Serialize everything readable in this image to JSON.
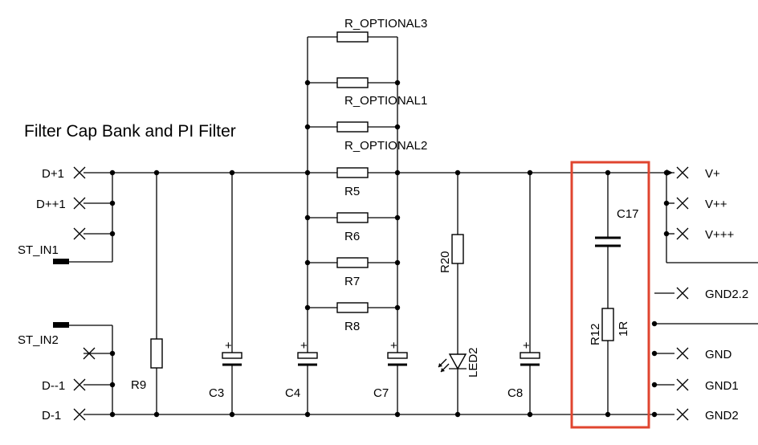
{
  "title": "Filter Cap Bank and PI Filter",
  "colors": {
    "wire": "#000000",
    "highlight": "#e0452f",
    "background": "#ffffff"
  },
  "left_ports": {
    "d_plus_1": "D+1",
    "d_plus_plus_1": "D++1",
    "st_in1": "ST_IN1",
    "st_in2": "ST_IN2",
    "d_minus_minus_1": "D--1",
    "d_minus_1": "D-1"
  },
  "right_ports": {
    "v_plus": "V+",
    "v_plus_plus": "V++",
    "v_plus_plus_plus": "V+++",
    "gnd2_2": "GND2.2",
    "gnd": "GND",
    "gnd1": "GND1",
    "gnd2": "GND2"
  },
  "components": {
    "r_optional3": "R_OPTIONAL3",
    "r_optional1": "R_OPTIONAL1",
    "r_optional2": "R_OPTIONAL2",
    "r5": "R5",
    "r6": "R6",
    "r7": "R7",
    "r8": "R8",
    "r9": "R9",
    "r20": "R20",
    "led2": "LED2",
    "c3": "C3",
    "c4": "C4",
    "c7": "C7",
    "c8": "C8",
    "c17": "C17",
    "r12": "R12",
    "r12_value": "1R",
    "polarity_mark": "+"
  }
}
